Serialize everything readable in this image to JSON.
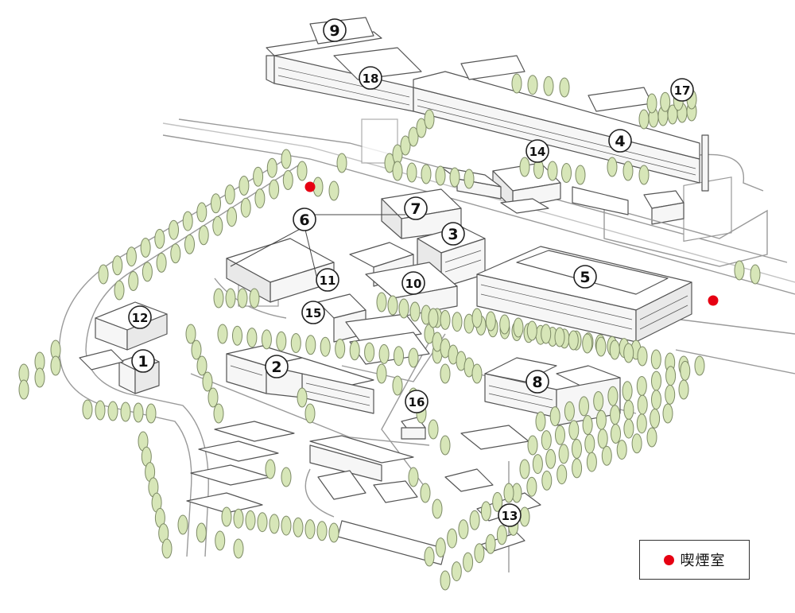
{
  "map": {
    "markers": [
      {
        "id": "1",
        "label": "1"
      },
      {
        "id": "2",
        "label": "2"
      },
      {
        "id": "3",
        "label": "3"
      },
      {
        "id": "4",
        "label": "4"
      },
      {
        "id": "5",
        "label": "5"
      },
      {
        "id": "6",
        "label": "6"
      },
      {
        "id": "7",
        "label": "7"
      },
      {
        "id": "8",
        "label": "8"
      },
      {
        "id": "9",
        "label": "9"
      },
      {
        "id": "10",
        "label": "10"
      },
      {
        "id": "11",
        "label": "11"
      },
      {
        "id": "12",
        "label": "12"
      },
      {
        "id": "13",
        "label": "13"
      },
      {
        "id": "14",
        "label": "14"
      },
      {
        "id": "15",
        "label": "15"
      },
      {
        "id": "16",
        "label": "16"
      },
      {
        "id": "17",
        "label": "17"
      },
      {
        "id": "18",
        "label": "18"
      }
    ],
    "smoking_spots": 2
  },
  "legend": {
    "label": "喫煙室",
    "color": "#e60012"
  },
  "colors": {
    "tree": "#d7e6b8",
    "road": "#9a9a9a",
    "building_outline": "#555555"
  }
}
